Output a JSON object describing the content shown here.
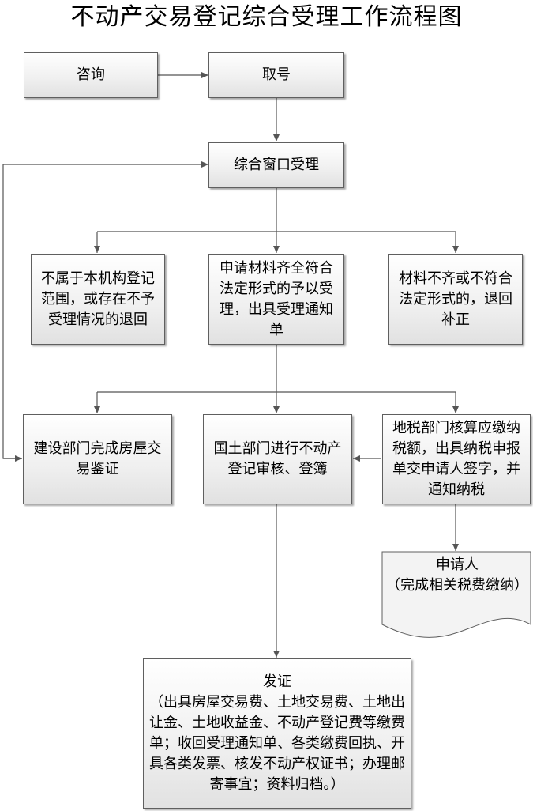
{
  "title": "不动产交易登记综合受理工作流程图",
  "nodes": {
    "consult": "咨询",
    "take_number": "取号",
    "window": "综合窗口受理",
    "reject": "不属于本机构登记范围，或存在不予受理情况的退回",
    "accept": "申请材料齐全符合法定形式的予以受理，出具受理通知单",
    "incomplete": "材料不齐或不符合法定形式的，退回补正",
    "construction": "建设部门完成房屋交易鉴证",
    "land": "国土部门进行不动产登记审核、登簿",
    "tax": "地税部门核算应缴纳税额，出具纳税申报单交申请人签字，并通知纳税",
    "applicant_title": "申请人",
    "applicant_detail": "（完成相关税费缴纳）",
    "certificate_title": "发证",
    "certificate_detail": "（出具房屋交易费、土地交易费、土地出让金、土地收益金、不动产登记费等缴费单；收回受理通知单、各类缴费回执、开具各类发票、核发不动产权证书；办理邮寄事宜；资料归档。）"
  }
}
